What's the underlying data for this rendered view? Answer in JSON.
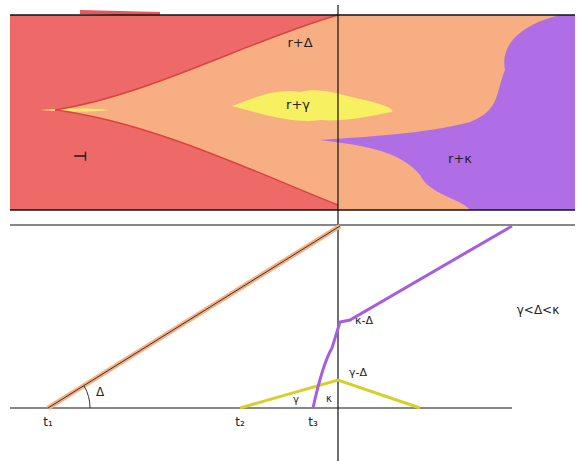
{
  "diagram": {
    "labels": [
      "r+Δ",
      "r+γ",
      "T",
      "r+κ",
      "Δ",
      "t₁",
      "t₂",
      "t₃",
      "γ",
      "κ",
      "κ-Δ",
      "γ-Δ",
      "γ<Δ<κ"
    ]
  }
}
